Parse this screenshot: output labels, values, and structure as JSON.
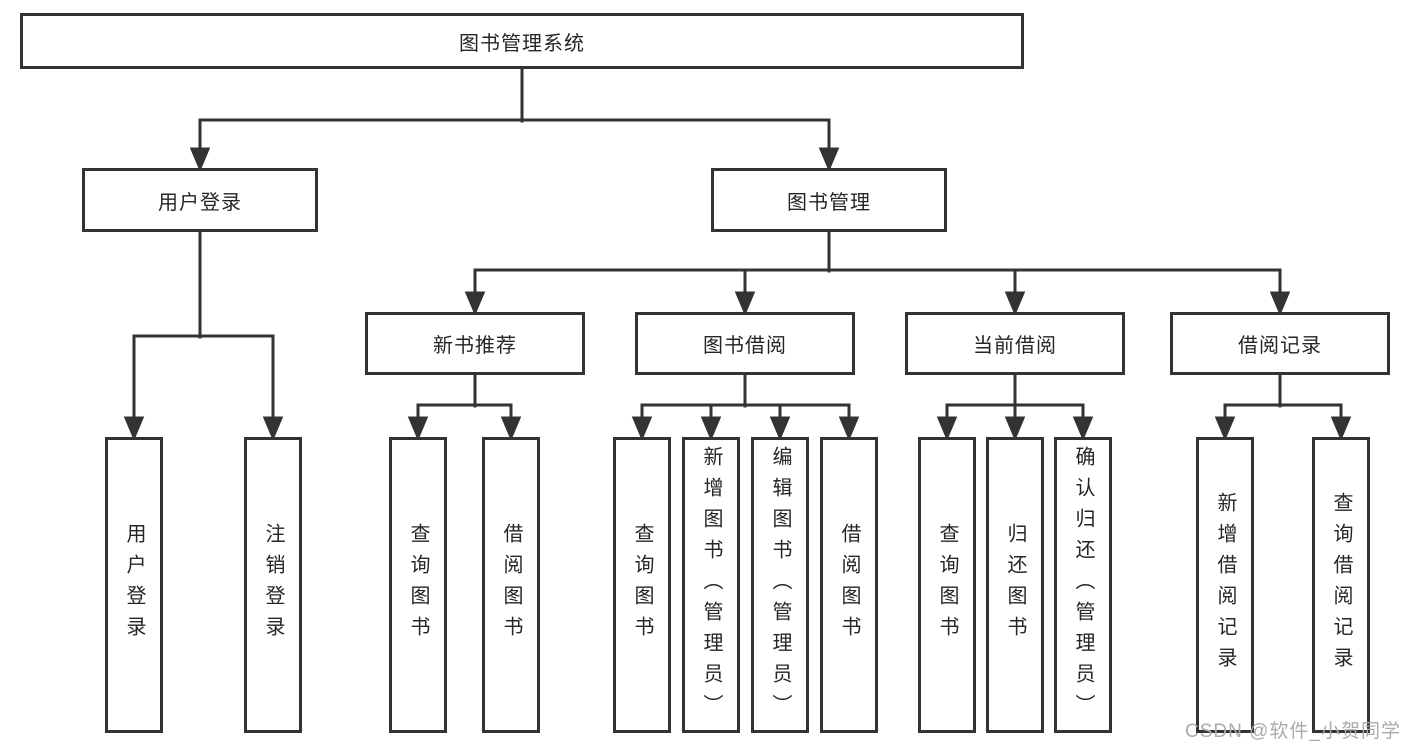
{
  "page": {
    "background_color": "#ffffff",
    "line_color": "#333333",
    "text_color": "#262626"
  },
  "diagram": {
    "root": {
      "label": "图书管理系统"
    },
    "level2": [
      {
        "label": "用户登录"
      },
      {
        "label": "图书管理"
      }
    ],
    "level3": [
      {
        "label": "新书推荐"
      },
      {
        "label": "图书借阅"
      },
      {
        "label": "当前借阅"
      },
      {
        "label": "借阅记录"
      }
    ],
    "leaves": {
      "user_login": [
        {
          "label": "用户登录"
        },
        {
          "label": "注销登录"
        }
      ],
      "new_book": [
        {
          "label": "查询图书"
        },
        {
          "label": "借阅图书"
        }
      ],
      "book_borrow": [
        {
          "label": "查询图书"
        },
        {
          "label": "新增图书（管理员）"
        },
        {
          "label": "编辑图书（管理员）"
        },
        {
          "label": "借阅图书"
        }
      ],
      "current_borrow": [
        {
          "label": "查询图书"
        },
        {
          "label": "归还图书"
        },
        {
          "label": "确认归还（管理员）"
        }
      ],
      "borrow_record": [
        {
          "label": "新增借阅记录"
        },
        {
          "label": "查询借阅记录"
        }
      ]
    }
  },
  "watermark": {
    "text": "CSDN @软件_小贺同学",
    "color": "#ababab"
  }
}
